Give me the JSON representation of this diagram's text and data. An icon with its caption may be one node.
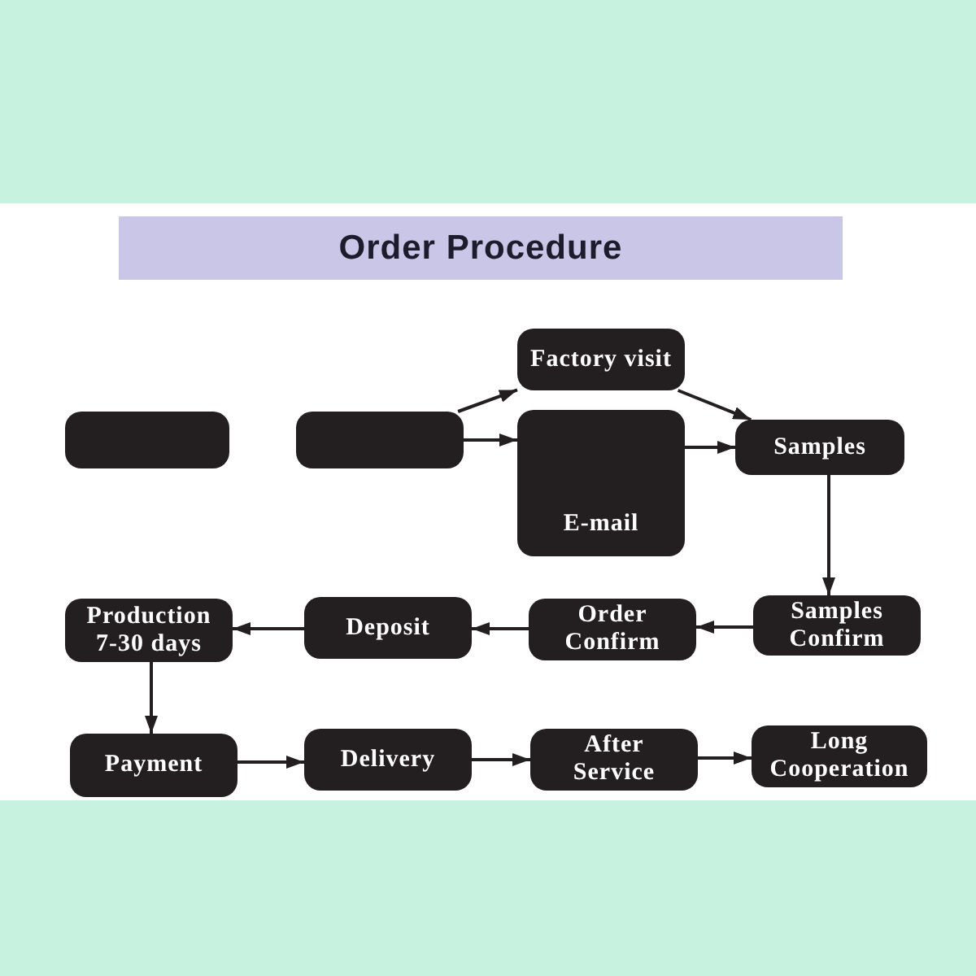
{
  "diagram": {
    "title": "Order Procedure",
    "nodes": [
      {
        "text": [
          "Factory visit"
        ]
      },
      {
        "text": [],
        "shape": "box"
      },
      {
        "text": [],
        "shape": "box"
      },
      {
        "text": [
          "E-mail"
        ]
      },
      {
        "text": [
          "Samples"
        ]
      },
      {
        "text": [
          "Production 7-30 days"
        ]
      },
      {
        "text": [
          "Deposit"
        ]
      },
      {
        "text": [
          "Order Confirm"
        ]
      },
      {
        "text": [
          "Samples Confirm"
        ]
      },
      {
        "text": [
          "Payment"
        ]
      },
      {
        "text": [
          "Delivery"
        ]
      },
      {
        "text": [
          "After Service"
        ]
      },
      {
        "text": [
          "Long Cooperation"
        ]
      }
    ],
    "edges": [
      {
        "from": 2,
        "to": 0,
        "arrow": "to"
      },
      {
        "from": 2,
        "to": 3,
        "arrow": "to"
      },
      {
        "from": 0,
        "to": 4,
        "arrow": "to"
      },
      {
        "from": 3,
        "to": 4,
        "arrow": "to"
      },
      {
        "from": 4,
        "to": 8,
        "arrow": "to"
      },
      {
        "from": 8,
        "to": 7,
        "arrow": "to"
      },
      {
        "from": 7,
        "to": 6,
        "arrow": "to"
      },
      {
        "from": 6,
        "to": 5,
        "arrow": "to"
      },
      {
        "from": 5,
        "to": 9,
        "arrow": "to"
      },
      {
        "from": 9,
        "to": 10,
        "arrow": "to"
      },
      {
        "from": 10,
        "to": 11,
        "arrow": "to"
      },
      {
        "from": 11,
        "to": 12,
        "arrow": "to"
      }
    ]
  }
}
